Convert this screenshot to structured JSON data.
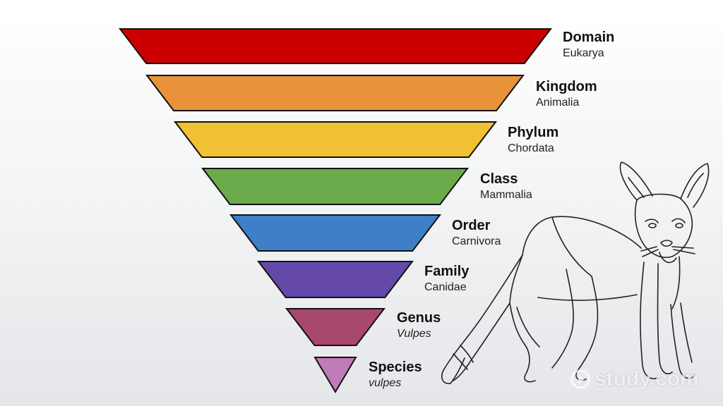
{
  "levels": [
    {
      "rank": "Domain",
      "taxon": "Eukarya",
      "italic": false,
      "color": "#cc0000"
    },
    {
      "rank": "Kingdom",
      "taxon": "Animalia",
      "italic": false,
      "color": "#e8923a"
    },
    {
      "rank": "Phylum",
      "taxon": "Chordata",
      "italic": false,
      "color": "#f0c233"
    },
    {
      "rank": "Class",
      "taxon": "Mammalia",
      "italic": false,
      "color": "#6aaa4a"
    },
    {
      "rank": "Order",
      "taxon": "Carnivora",
      "italic": false,
      "color": "#3f7fc7"
    },
    {
      "rank": "Family",
      "taxon": "Canidae",
      "italic": false,
      "color": "#6449a8"
    },
    {
      "rank": "Genus",
      "taxon": "Vulpes",
      "italic": true,
      "color": "#a8486f"
    },
    {
      "rank": "Species",
      "taxon": "vulpes",
      "italic": true,
      "color": "#c27bba"
    }
  ],
  "watermark": {
    "text": "study.com"
  }
}
